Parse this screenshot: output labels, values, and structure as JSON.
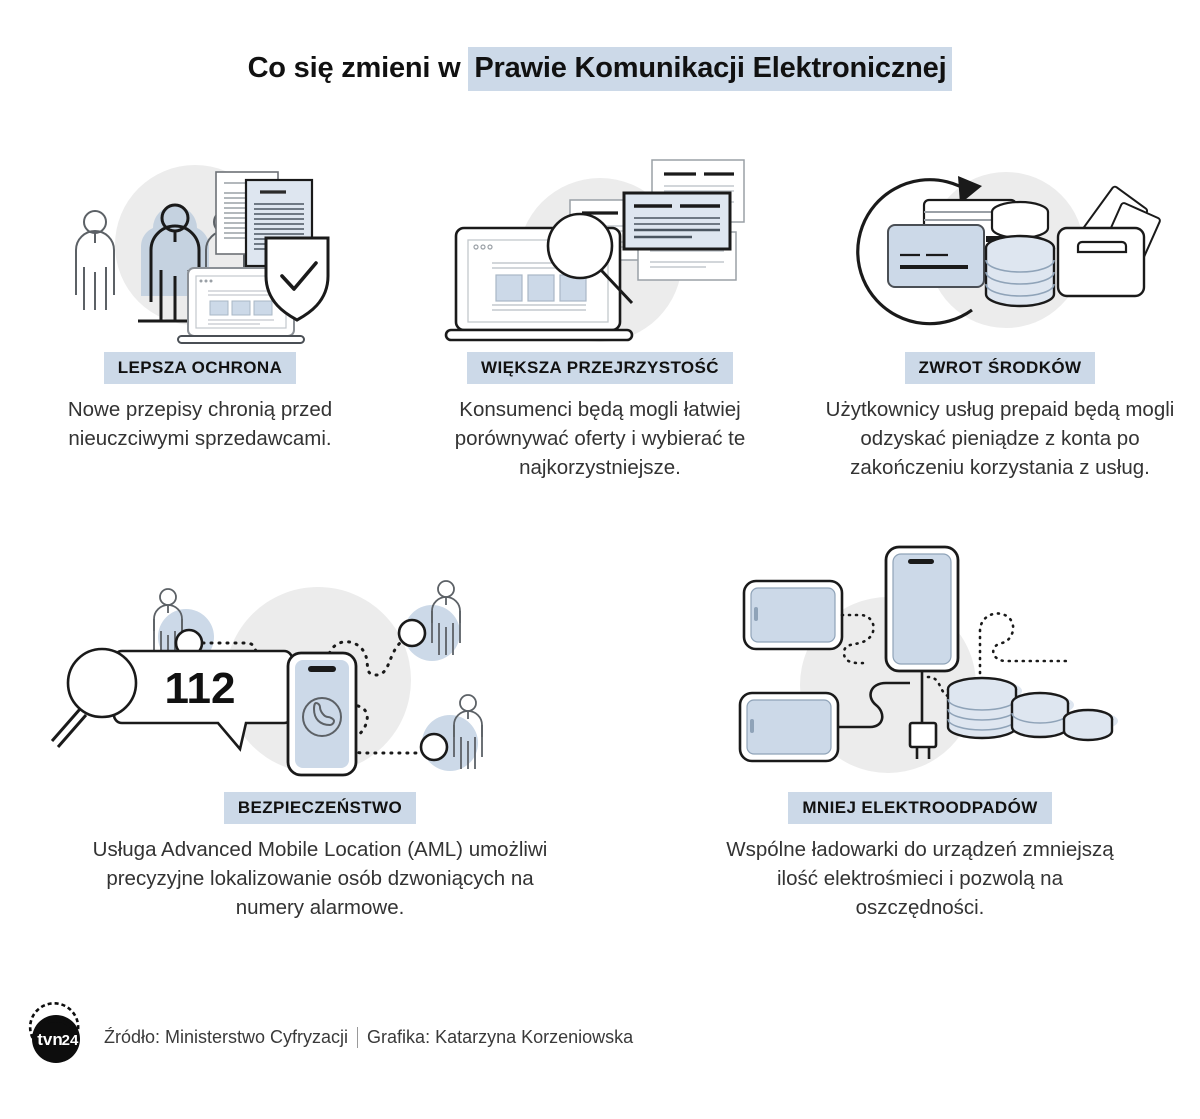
{
  "title": {
    "lead": "Co się zmieni w ",
    "highlight": "Prawie Komunikacji Elektronicznej"
  },
  "colors": {
    "badge_bg": "#ccd9e8",
    "accent_fill": "#ccd9e8",
    "circle_bg": "#ececec",
    "line": "#1a1a1a",
    "text": "#333333"
  },
  "cards": [
    {
      "id": "lepsza-ochrona",
      "icon": "people-document-shield-icon",
      "badge": "LEPSZA OCHRONA",
      "desc": "Nowe przepisy chronią przed nieuczciwymi sprzedawcami."
    },
    {
      "id": "wieksza-przejrzystosc",
      "icon": "laptop-magnifier-offers-icon",
      "badge": "WIĘKSZA PRZEJRZYSTOŚĆ",
      "desc": "Konsumenci będą mogli łatwiej porównywać oferty i wybierać te najkorzystniejsze."
    },
    {
      "id": "zwrot-srodkow",
      "icon": "refund-cards-coins-wallet-icon",
      "badge": "ZWROT ŚRODKÓW",
      "desc": "Użytkownicy usług prepaid będą mogli odzyskać pieniądze z konta po zakończeniu korzystania z usług."
    },
    {
      "id": "bezpieczenstwo",
      "icon": "emergency-call-location-icon",
      "badge": "BEZPIECZEŃSTWO",
      "desc": "Usługa Advanced Mobile Location (AML) umożliwi precyzyjne lokalizowanie osób dzwoniących na numery alarmowe.",
      "emergency_number": "112"
    },
    {
      "id": "mniej-elektroodpadow",
      "icon": "chargers-devices-coins-icon",
      "badge": "MNIEJ ELEKTROODPADÓW",
      "desc": "Wspólne ładowarki do urządzeń zmniejszą ilość elektrośmieci i pozwolą na oszczędności."
    }
  ],
  "footer": {
    "logo": "tvn24-logo",
    "logo_text_main": "tvn",
    "logo_text_sub": "24",
    "source": "Źródło: Ministerstwo Cyfryzacji",
    "graphics": "Grafika: Katarzyna Korzeniowska"
  }
}
